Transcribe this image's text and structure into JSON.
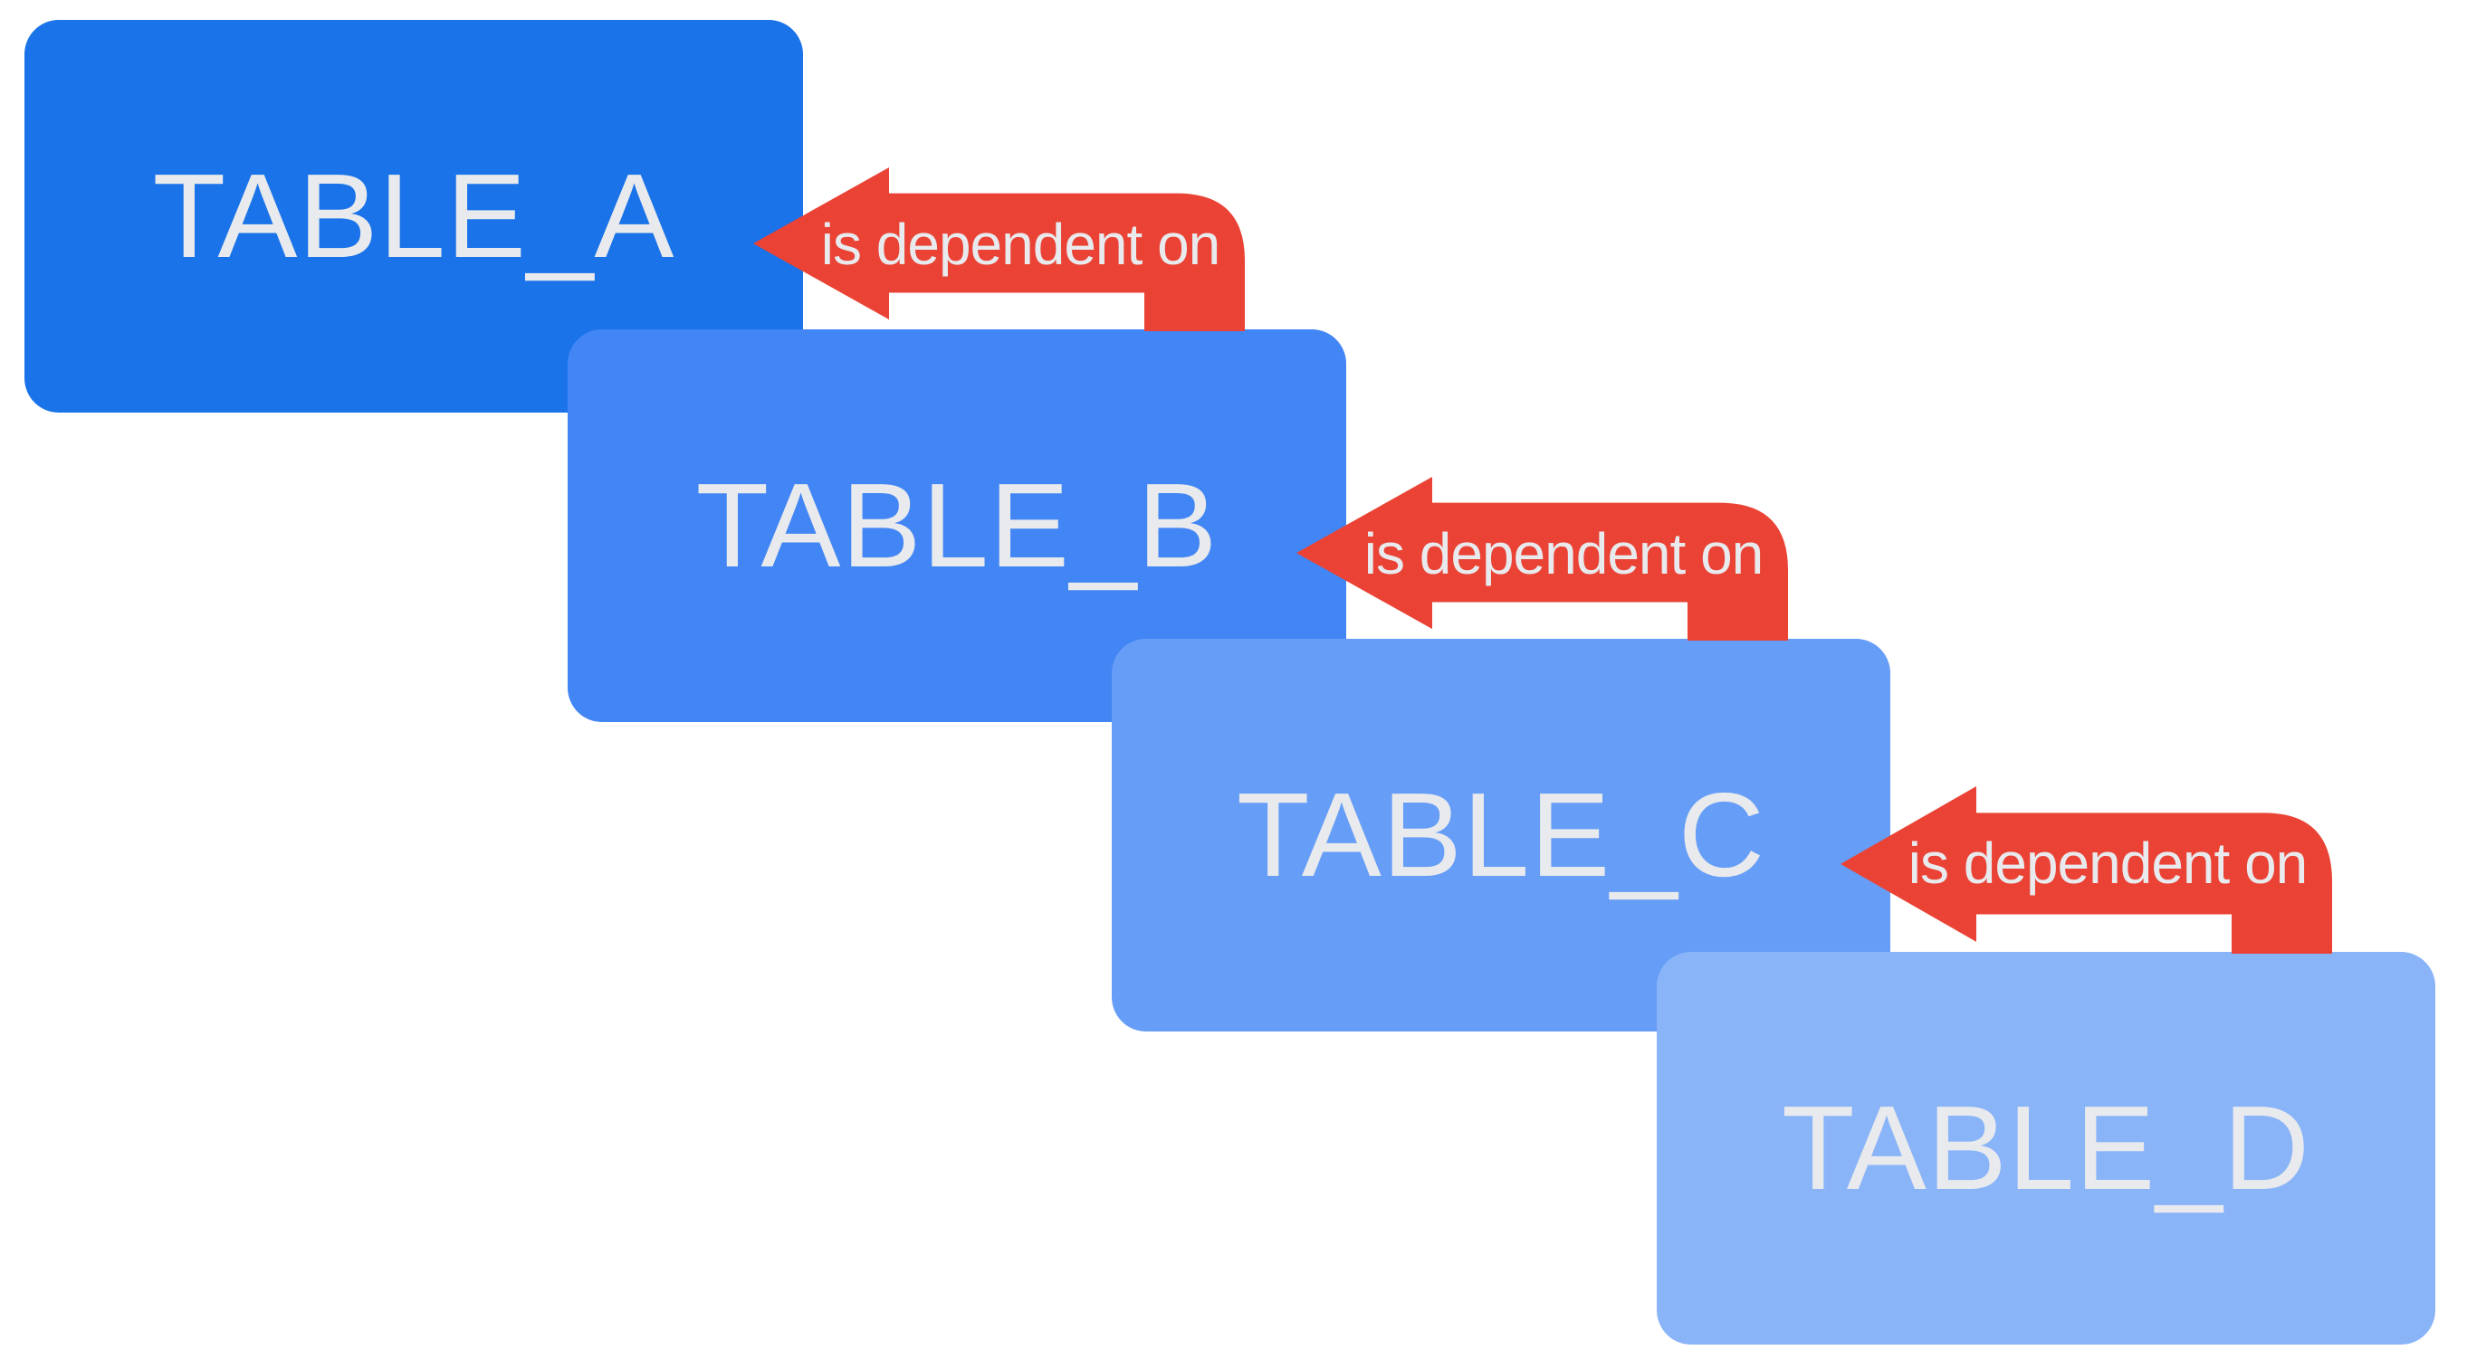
{
  "diagram": {
    "background_color": "#ffffff",
    "text_color": "#e8eaed",
    "arrow_color": "#ea4335",
    "tables": [
      {
        "label": "TABLE_A",
        "color": "#1a73e8"
      },
      {
        "label": "TABLE_B",
        "color": "#4285f4"
      },
      {
        "label": "TABLE_C",
        "color": "#669df6"
      },
      {
        "label": "TABLE_D",
        "color": "#8ab4f8"
      }
    ],
    "arrows": [
      {
        "label": "is dependent on",
        "from": "TABLE_B",
        "to": "TABLE_A"
      },
      {
        "label": "is dependent on",
        "from": "TABLE_C",
        "to": "TABLE_B"
      },
      {
        "label": "is dependent on",
        "from": "TABLE_D",
        "to": "TABLE_C"
      }
    ]
  }
}
